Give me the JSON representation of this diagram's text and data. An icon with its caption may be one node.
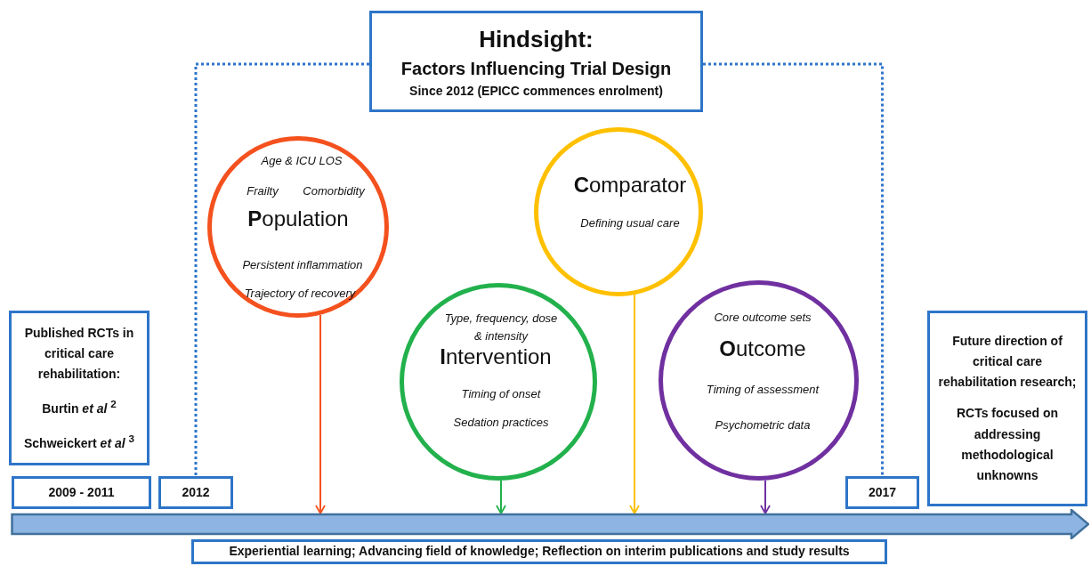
{
  "diagram": {
    "nodes": [
      {
        "text": [
          "Hindsight:",
          "Factors Influencing Trial Design",
          "Since 2012 (EPICC commences enrolment)"
        ]
      },
      {
        "text": [
          "Published RCTs in critical care rehabilitation:",
          "Burtin *et al* $^{2}$",
          "Schweickert *et al* $^{3}$"
        ]
      },
      {
        "text": [
          "2009 - 2011"
        ]
      },
      {
        "text": [
          "2012"
        ]
      },
      {
        "text": [
          "Age & ICU LOS",
          "Frailty",
          "Comorbidity",
          "**P**opulation",
          "Persistent inflammation",
          "Trajectory of recovery"
        ]
      },
      {
        "text": [
          "**C**omparator",
          "Defining usual care"
        ]
      },
      {
        "text": [
          "Type, frequency, dose & intensity",
          "**I**ntervention",
          "Timing of onset",
          "Sedation practices"
        ]
      },
      {
        "text": [
          "Core outcome sets",
          "**O**utcome",
          "Timing of assessment",
          "Psychometric data"
        ]
      },
      {
        "text": [
          "2017"
        ]
      },
      {
        "text": [
          "Future direction of critical care rehabilitation research;",
          "RCTs focused on addressing methodological unknowns"
        ]
      },
      {
        "text": [],
        "shape": "arrow"
      },
      {
        "text": [
          "Experiential learning; Advancing field of knowledge; Reflection on interim publications and study results"
        ]
      }
    ],
    "edges": [
      {
        "from": 0,
        "to": 3,
        "arrow": "none",
        "style": "dashed",
        "color": "#2e75c8"
      },
      {
        "from": 0,
        "to": 8,
        "arrow": "none",
        "style": "dashed",
        "color": "#2e75c8"
      },
      {
        "from": 4,
        "to": 10,
        "arrow": "to",
        "color": "#f4511e"
      },
      {
        "from": 6,
        "to": 10,
        "arrow": "to",
        "color": "#22b14c"
      },
      {
        "from": 5,
        "to": 10,
        "arrow": "to",
        "color": "#ffc000"
      },
      {
        "from": 7,
        "to": 10,
        "arrow": "to",
        "color": "#7030a0"
      }
    ]
  }
}
